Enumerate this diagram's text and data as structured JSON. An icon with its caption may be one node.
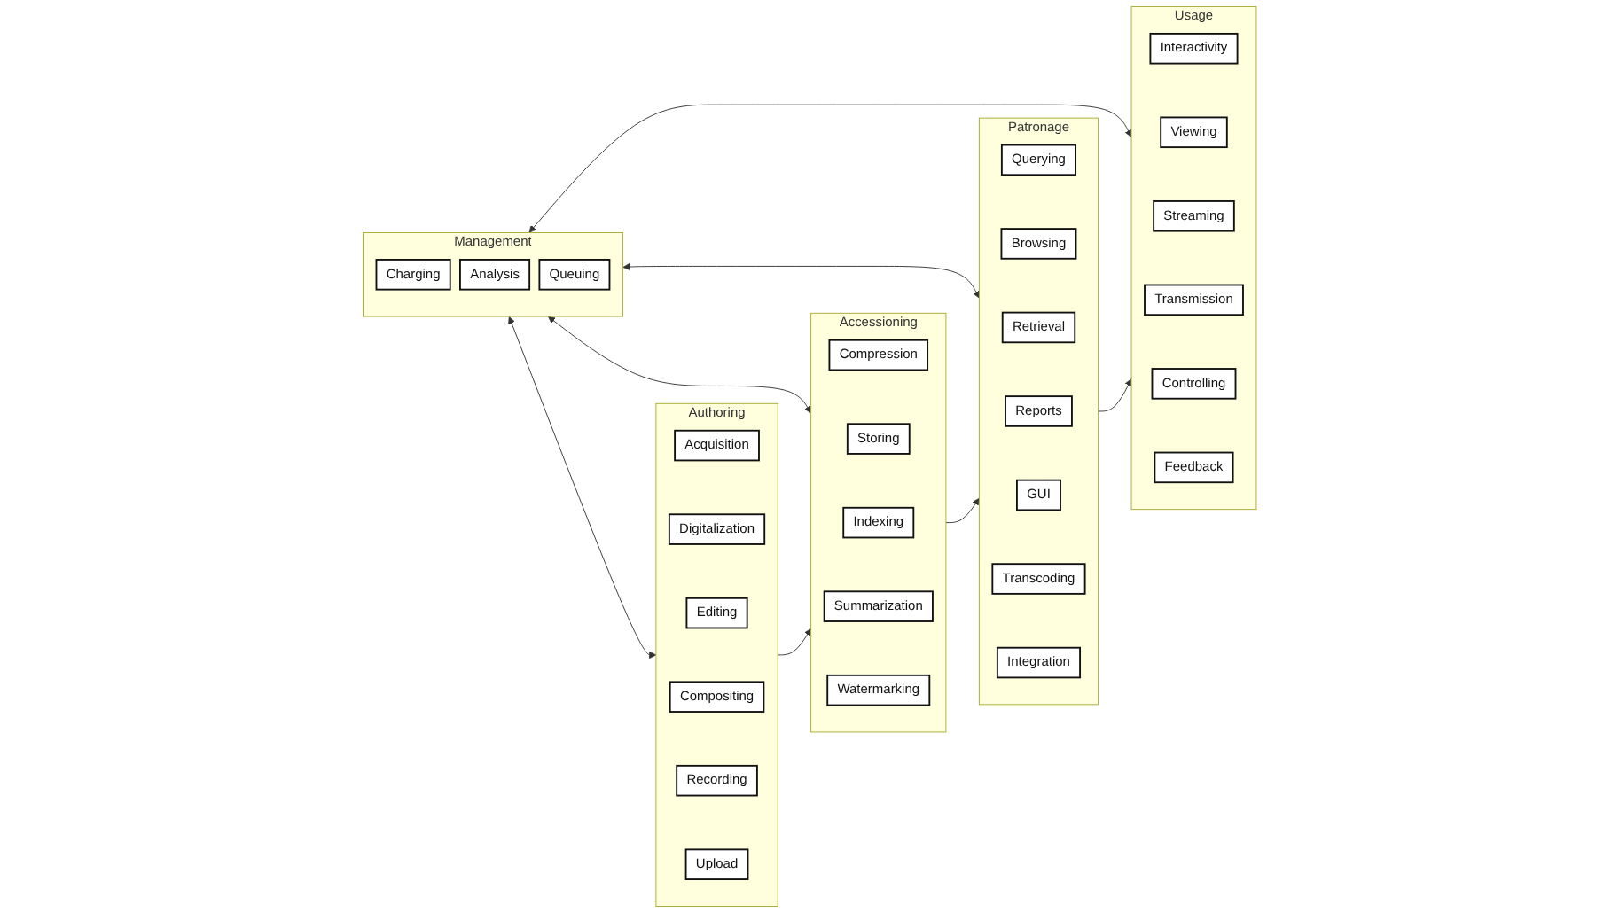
{
  "diagram": {
    "nodes": [
      {
        "text": [
          "Management"
        ]
      },
      {
        "text": [
          "Charging"
        ],
        "in": 0
      },
      {
        "text": [
          "Analysis"
        ],
        "in": 0
      },
      {
        "text": [
          "Queuing"
        ],
        "in": 0
      },
      {
        "text": [
          "Authoring"
        ]
      },
      {
        "text": [
          "Acquisition"
        ],
        "in": 4
      },
      {
        "text": [
          "Digitalization"
        ],
        "in": 4
      },
      {
        "text": [
          "Editing"
        ],
        "in": 4
      },
      {
        "text": [
          "Compositing"
        ],
        "in": 4
      },
      {
        "text": [
          "Recording"
        ],
        "in": 4
      },
      {
        "text": [
          "Upload"
        ],
        "in": 4
      },
      {
        "text": [
          "Accessioning"
        ]
      },
      {
        "text": [
          "Compression"
        ],
        "in": 11
      },
      {
        "text": [
          "Storing"
        ],
        "in": 11
      },
      {
        "text": [
          "Indexing"
        ],
        "in": 11
      },
      {
        "text": [
          "Summarization"
        ],
        "in": 11
      },
      {
        "text": [
          "Watermarking"
        ],
        "in": 11
      },
      {
        "text": [
          "Patronage"
        ]
      },
      {
        "text": [
          "Querying"
        ],
        "in": 17
      },
      {
        "text": [
          "Browsing"
        ],
        "in": 17
      },
      {
        "text": [
          "Retrieval"
        ],
        "in": 17
      },
      {
        "text": [
          "Reports"
        ],
        "in": 17
      },
      {
        "text": [
          "GUI"
        ],
        "in": 17
      },
      {
        "text": [
          "Transcoding"
        ],
        "in": 17
      },
      {
        "text": [
          "Integration"
        ],
        "in": 17
      },
      {
        "text": [
          "Usage"
        ]
      },
      {
        "text": [
          "Interactivity"
        ],
        "in": 25
      },
      {
        "text": [
          "Viewing"
        ],
        "in": 25
      },
      {
        "text": [
          "Streaming"
        ],
        "in": 25
      },
      {
        "text": [
          "Transmission"
        ],
        "in": 25
      },
      {
        "text": [
          "Controlling"
        ],
        "in": 25
      },
      {
        "text": [
          "Feedback"
        ],
        "in": 25
      }
    ],
    "edges": [
      {
        "from": 0,
        "to": 4,
        "arrow": "both"
      },
      {
        "from": 0,
        "to": 11,
        "arrow": "both"
      },
      {
        "from": 0,
        "to": 17,
        "arrow": "both"
      },
      {
        "from": 0,
        "to": 25,
        "arrow": "both"
      },
      {
        "from": 4,
        "to": 11,
        "arrow": "to"
      },
      {
        "from": 11,
        "to": 17,
        "arrow": "to"
      },
      {
        "from": 17,
        "to": 25,
        "arrow": "to"
      }
    ]
  }
}
